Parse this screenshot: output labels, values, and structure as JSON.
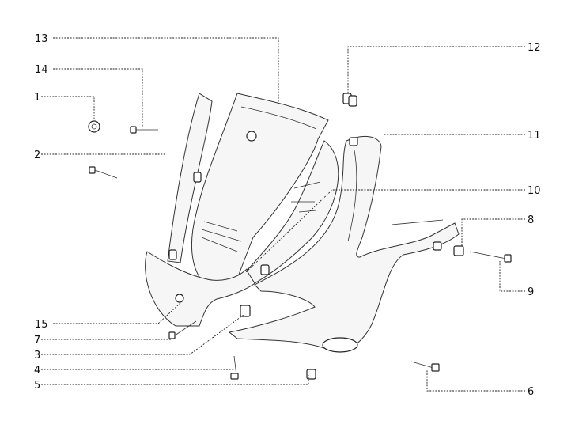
{
  "diagram": {
    "colors": {
      "line": "#222222",
      "text": "#111111",
      "background": "#ffffff"
    },
    "callouts": [
      "1",
      "2",
      "3",
      "4",
      "5",
      "6",
      "7",
      "8",
      "9",
      "10",
      "11",
      "12",
      "13",
      "14",
      "15"
    ]
  }
}
